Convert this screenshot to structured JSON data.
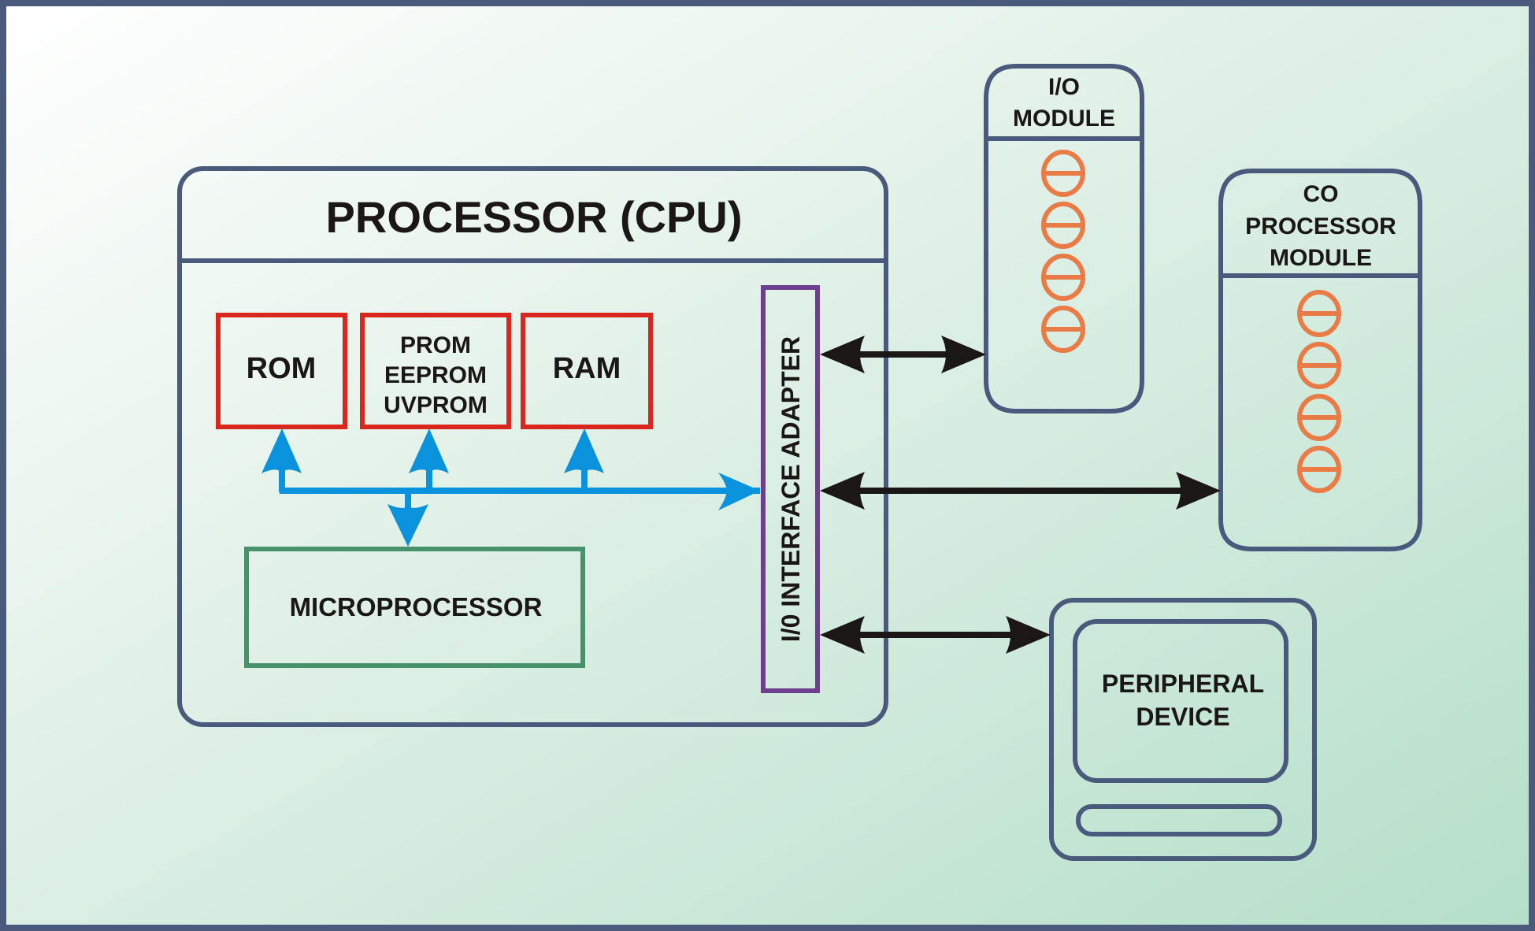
{
  "colors": {
    "frame": "#4a5a7c",
    "bg_start": "#ffffff",
    "bg_end": "#b5dfca",
    "memory": "#d9261f",
    "microprocessor": "#47926b",
    "adapter": "#6e3f8e",
    "bus": "#0a92dc",
    "io_link": "#1a1716",
    "pin": "#e97b46",
    "text": "#1a1716"
  },
  "processor": {
    "title": "PROCESSOR (CPU)",
    "memory_blocks": [
      {
        "id": "rom",
        "lines": [
          "ROM"
        ]
      },
      {
        "id": "prom",
        "lines": [
          "PROM",
          "EEPROM",
          "UVPROM"
        ]
      },
      {
        "id": "ram",
        "lines": [
          "RAM"
        ]
      }
    ],
    "microprocessor_label": "MICROPROCESSOR",
    "adapter_label": "I/0 INTERFACE ADAPTER"
  },
  "io_module": {
    "title_lines": [
      "I/O",
      "MODULE"
    ],
    "pin_count": 4
  },
  "coprocessor_module": {
    "title_lines": [
      "CO",
      "PROCESSOR",
      "MODULE"
    ],
    "pin_count": 4
  },
  "peripheral": {
    "lines": [
      "PERIPHERAL",
      "DEVICE"
    ]
  },
  "connections": [
    {
      "from": "adapter",
      "to": "io_module",
      "direction": "bidirectional"
    },
    {
      "from": "adapter",
      "to": "coprocessor_module",
      "direction": "bidirectional"
    },
    {
      "from": "adapter",
      "to": "peripheral",
      "direction": "bidirectional"
    },
    {
      "from": "bus",
      "to": "rom",
      "direction": "to"
    },
    {
      "from": "bus",
      "to": "prom",
      "direction": "to"
    },
    {
      "from": "bus",
      "to": "ram",
      "direction": "to"
    },
    {
      "from": "bus",
      "to": "microprocessor",
      "direction": "to"
    },
    {
      "from": "bus",
      "to": "adapter",
      "direction": "to"
    }
  ]
}
